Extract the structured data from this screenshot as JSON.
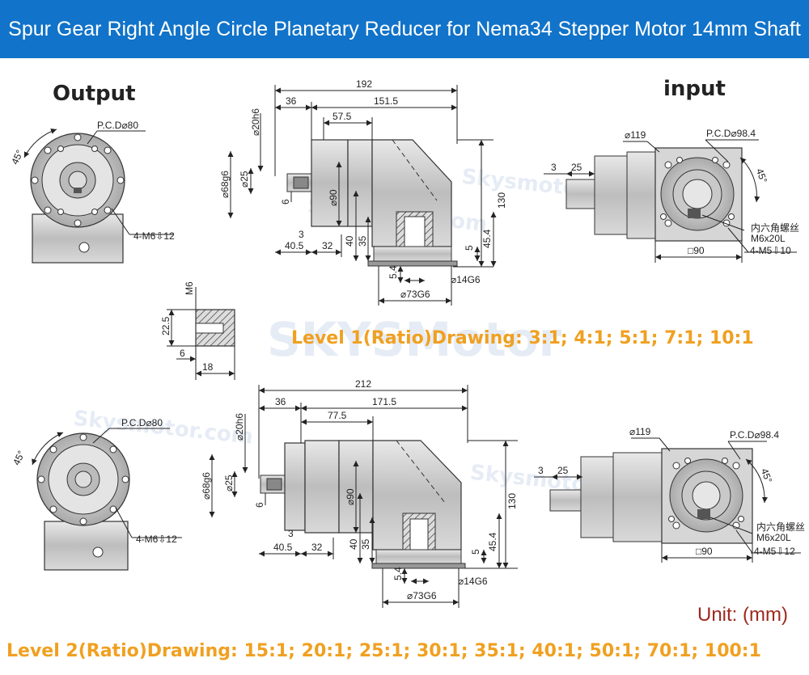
{
  "header": {
    "title": "Spur Gear Right Angle Circle Planetary Reducer for Nema34 Stepper Motor 14mm Shaft"
  },
  "views": {
    "output": "Output",
    "input": "input"
  },
  "watermark": {
    "brand": "SKYSMotor",
    "site": "Skysmotor.com"
  },
  "level1": {
    "caption": "Level 1(Ratio)Drawing: 3:1;  4:1;  5:1;  7:1;  10:1",
    "output": {
      "pcd": "P.C.D⌀80",
      "angle": "45°",
      "holes": "4-M6⇩12"
    },
    "side": {
      "total": "192",
      "d36": "36",
      "body": "151.5",
      "d57": "57.5",
      "shaft": "⌀20h6",
      "flange": "⌀68g6",
      "d25": "⌀25",
      "d6": "6",
      "d90": "⌀90",
      "d130": "130",
      "d3": "3",
      "d40_5": "40.5",
      "d32": "32",
      "d40": "40",
      "d35": "35",
      "d5": "5",
      "d45_4": "45.4",
      "d5_4": "5.4",
      "d14": "⌀14G6",
      "d73": "⌀73G6"
    },
    "input": {
      "d119": "⌀119",
      "pcd": "P.C.D⌀98.4",
      "d3": "3",
      "d25": "25",
      "angle": "45°",
      "screw_cn": "内六角螺丝",
      "screw": "M6x20L",
      "holes": "4-M5⇩10",
      "sq": "□90"
    }
  },
  "key": {
    "m6": "M6",
    "d22_5": "22.5",
    "d6": "6",
    "d18": "18"
  },
  "level2": {
    "caption": "Level 2(Ratio)Drawing: 15:1; 20:1; 25:1; 30:1; 35:1; 40:1; 50:1; 70:1; 100:1",
    "output": {
      "pcd": "P.C.D⌀80",
      "angle": "45°",
      "holes": "4-M6⇩12"
    },
    "side": {
      "total": "212",
      "d36": "36",
      "body": "171.5",
      "d77": "77.5",
      "shaft": "⌀20h6",
      "flange": "⌀68g6",
      "d25": "⌀25",
      "d6": "6",
      "d90": "⌀90",
      "d130": "130",
      "d3": "3",
      "d40_5": "40.5",
      "d32": "32",
      "d40": "40",
      "d35": "35",
      "d5": "5",
      "d45_4": "45.4",
      "d5_4": "5.4",
      "d14": "⌀14G6",
      "d73": "⌀73G6"
    },
    "input": {
      "d119": "⌀119",
      "pcd": "P.C.D⌀98.4",
      "d3": "3",
      "d25": "25",
      "angle": "45°",
      "screw_cn": "内六角螺丝",
      "screw": "M6x20L",
      "holes": "4-M5⇩12",
      "sq": "□90"
    }
  },
  "unit": "Unit: (mm)",
  "colors": {
    "banner": "#1173c9",
    "caption": "#f0a020",
    "unit": "#9c2a1f",
    "metal": "#c8c8c8"
  }
}
